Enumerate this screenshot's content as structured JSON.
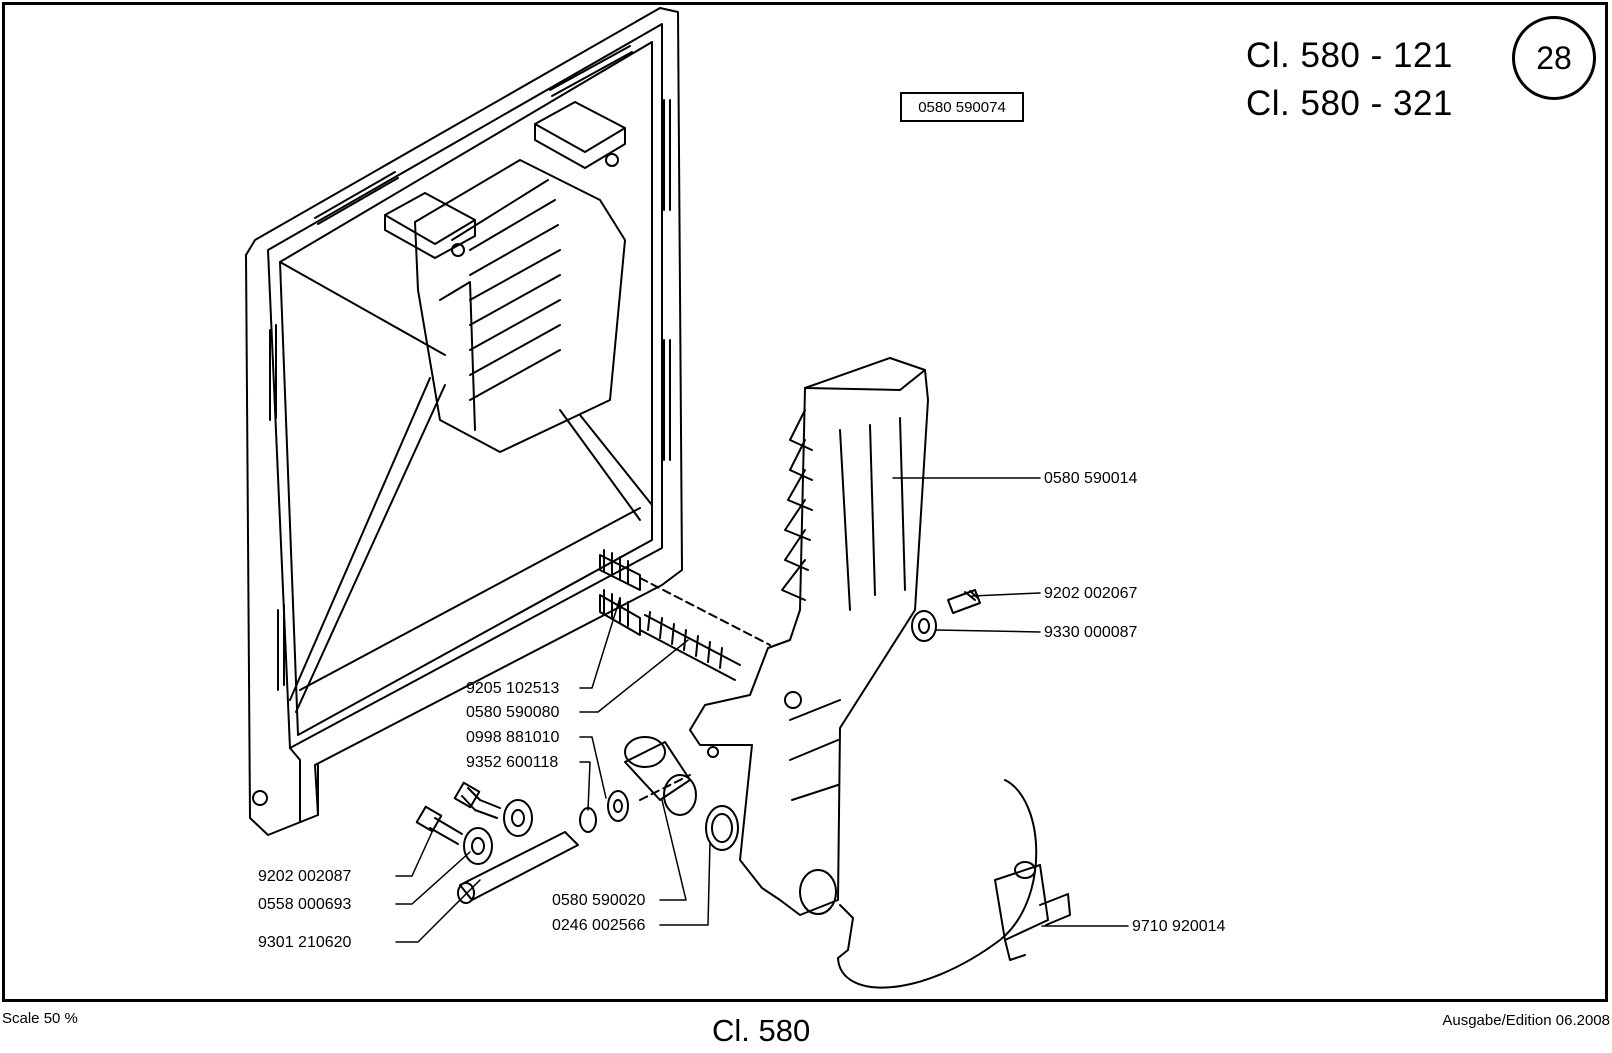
{
  "header": {
    "models": [
      "Cl. 580 - 121",
      "Cl. 580 - 321"
    ],
    "page_number": "28",
    "assembly_number": "0580 590074"
  },
  "parts": [
    {
      "number": "0580 590014"
    },
    {
      "number": "9202 002067"
    },
    {
      "number": "9330 000087"
    },
    {
      "number": "9205 102513"
    },
    {
      "number": "0580 590080"
    },
    {
      "number": "0998 881010"
    },
    {
      "number": "9352 600118"
    },
    {
      "number": "9202 002087"
    },
    {
      "number": "0558 000693"
    },
    {
      "number": "9301 210620"
    },
    {
      "number": "0580 590020"
    },
    {
      "number": "0246 002566"
    },
    {
      "number": "9710 920014"
    }
  ],
  "footer": {
    "scale": "Scale 50 %",
    "title": "Cl. 580",
    "edition": "Ausgabe/Edition 06.2008"
  }
}
